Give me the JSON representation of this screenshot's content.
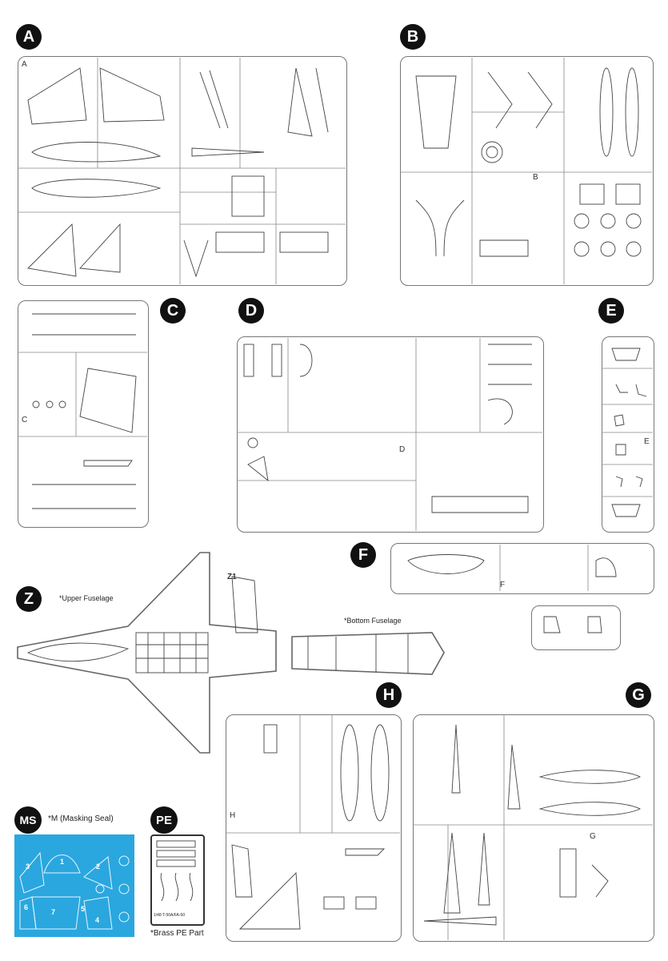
{
  "sheets": {
    "A": {
      "badge": "A",
      "tag": "A"
    },
    "B": {
      "badge": "B",
      "tag": "B"
    },
    "C": {
      "badge": "C",
      "tag": "C"
    },
    "D": {
      "badge": "D",
      "tag": "D"
    },
    "E": {
      "badge": "E",
      "tag": "E"
    },
    "F": {
      "badge": "F",
      "tag": "F"
    },
    "Z": {
      "badge": "Z",
      "tag": "Z1"
    },
    "H": {
      "badge": "H",
      "tag": "H"
    },
    "G": {
      "badge": "G",
      "tag": "G"
    },
    "MS": {
      "badge": "MS"
    },
    "PE": {
      "badge": "PE"
    }
  },
  "notes": {
    "upper_fuselage": "*Upper Fuselage",
    "bottom_fuselage": "*Bottom Fuselage",
    "masking_seal": "*M (Masking Seal)",
    "brass_pe": "*Brass PE Part",
    "pe_plate_label": "1/48 T-50A/FA-50"
  },
  "mask_numbers": [
    "1",
    "2",
    "3",
    "4",
    "5",
    "6",
    "7"
  ],
  "colors": {
    "mask_blue": "#2aa7df",
    "badge": "#111111"
  }
}
